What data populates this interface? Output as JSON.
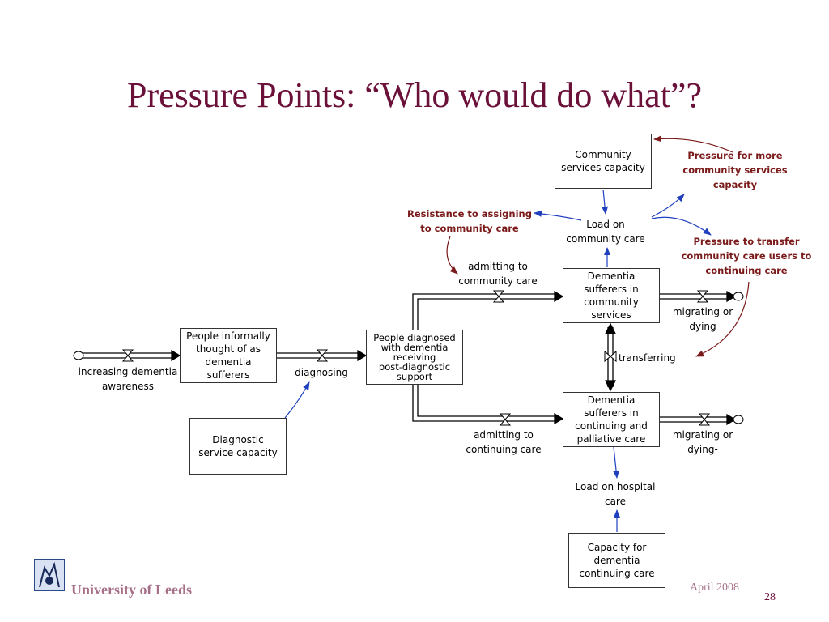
{
  "slide": {
    "title": "Pressure Points:  “Who would do what”?",
    "footer_left": "University of Leeds",
    "footer_date": "April 2008",
    "page_number": "28"
  },
  "stocks": {
    "community_capacity": "Community\nservices capacity",
    "people_informally": "People informally\nthought of as\ndementia\nsufferers",
    "diagnostic_capacity": "Diagnostic\nservice capacity",
    "people_diagnosed": "People diagnosed\nwith dementia\nreceiving\npost-diagnostic\nsupport",
    "dementia_community": "Dementia\nsufferers in\ncommunity\nservices",
    "dementia_continuing": "Dementia\nsufferers in\ncontinuing and\npalliative care",
    "capacity_continuing": "Capacity for\ndementia\ncontinuing care"
  },
  "flows": {
    "increasing_awareness": "increasing dementia\nawareness",
    "diagnosing": "diagnosing",
    "admitting_community": "admitting to\ncommunity care",
    "admitting_continuing": "admitting to\ncontinuing care",
    "migrating_1": "migrating or\ndying",
    "migrating_2": "migrating or\ndying-",
    "transferring": "transferring"
  },
  "variables": {
    "load_community": "Load on\ncommunity care",
    "load_hospital": "Load on hospital\ncare"
  },
  "pressures": {
    "more_capacity": "Pressure for more\ncommunity services\ncapacity",
    "resistance": "Resistance to assigning\nto community care",
    "transfer": "Pressure to transfer\ncommunity care users to\ncontinuing care"
  },
  "colors": {
    "title": "#6b1039",
    "pressure_text": "#7a1a1a",
    "info_arrow": "#1f3fbf",
    "pressure_arrow": "#7a1a1a"
  }
}
